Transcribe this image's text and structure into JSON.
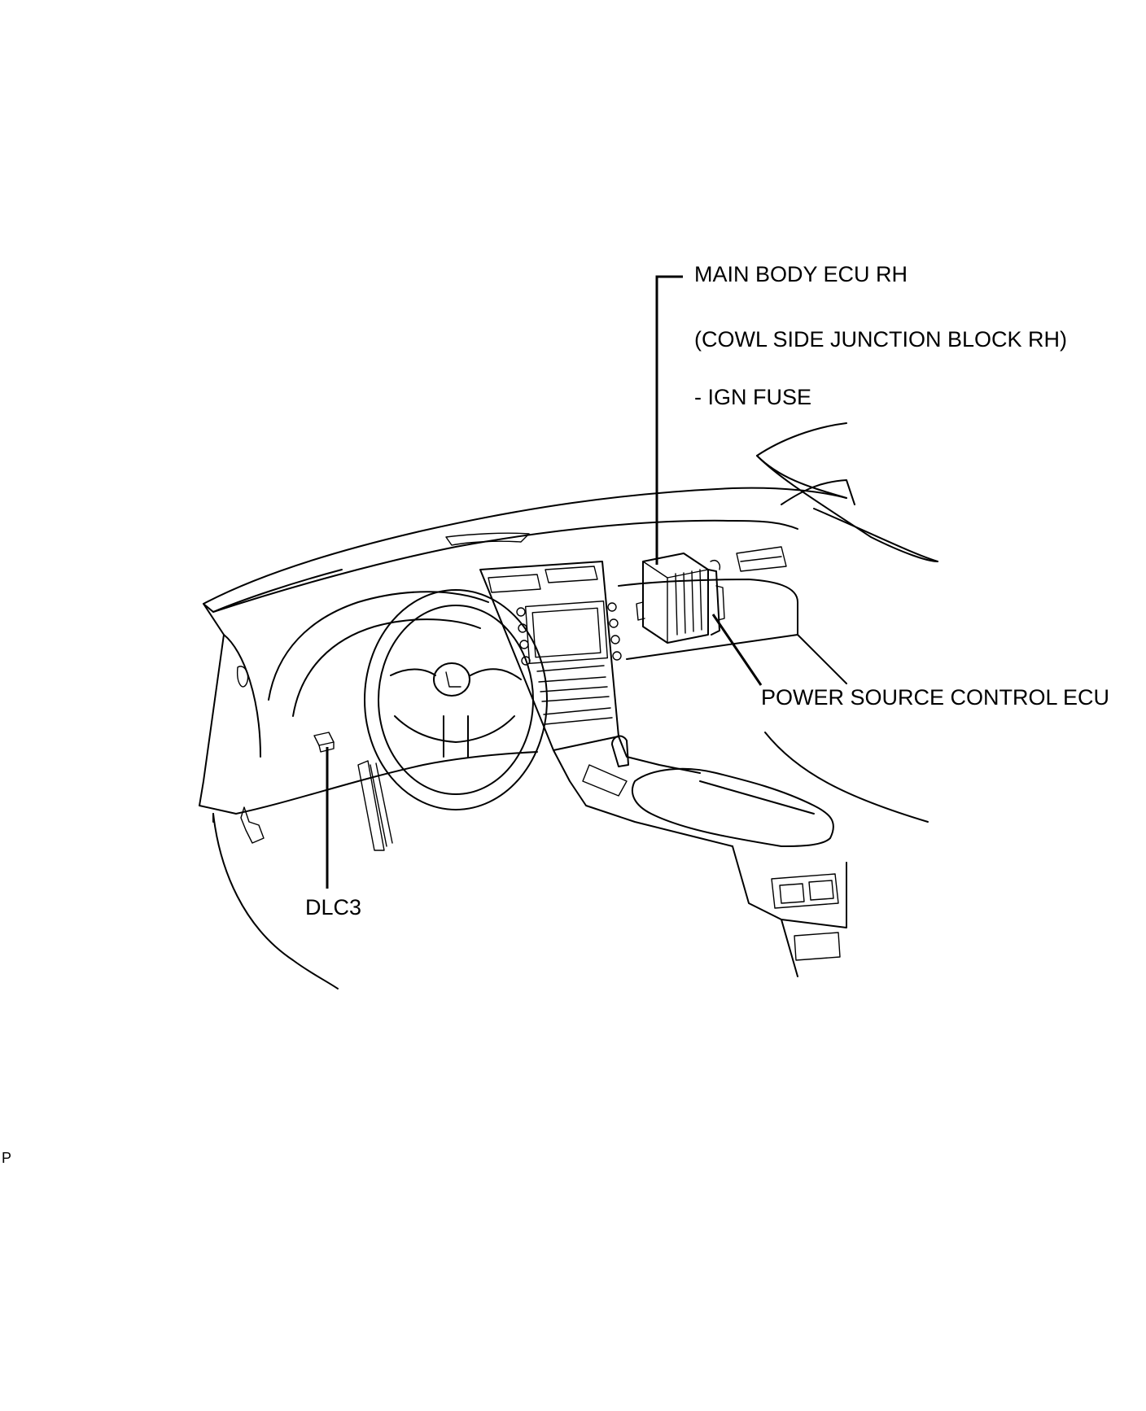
{
  "labels": {
    "main_body_ecu": "MAIN BODY ECU RH",
    "cowl_side_junction": "(COWL SIDE JUNCTION BLOCK RH)",
    "ign_fuse": "- IGN FUSE",
    "power_source_ecu": "POWER SOURCE CONTROL ECU",
    "dlc3": "DLC3",
    "page_marker": "P"
  }
}
